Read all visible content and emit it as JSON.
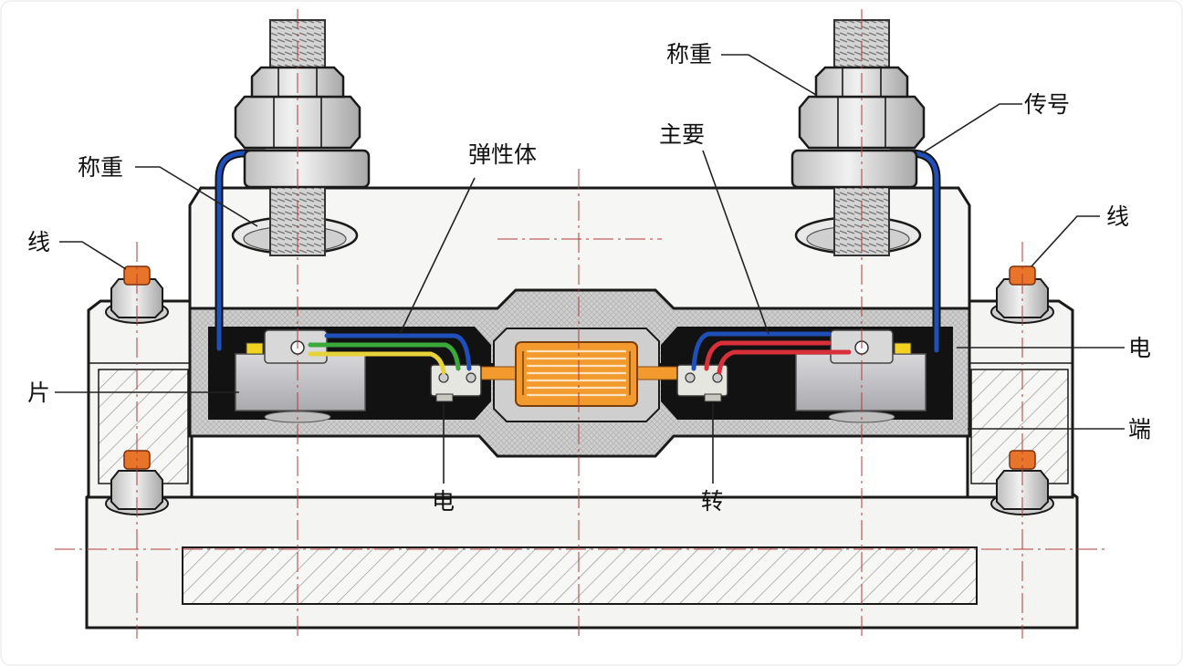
{
  "labels": {
    "top_left_weighing": "称重",
    "line_left": "线",
    "piece_left": "片",
    "elastic_body": "弹性体",
    "main": "主要",
    "top_right_weighing": "称重",
    "signal": "传号",
    "line_right": "线",
    "electric_right": "电",
    "terminal_right": "端",
    "electric_bottom": "电",
    "transfer_bottom": "转"
  },
  "colors": {
    "background": "#ffffff",
    "frame": "#f4f4f2",
    "cavity": "#121212",
    "hatch_stone": "#d6d6d6",
    "strain_gauge": "#f29a2e",
    "nut_cap": "#e8742a",
    "wire_blue": "#1f4fb8",
    "wire_green": "#3aa83a",
    "wire_yellow": "#e8d23a",
    "wire_red": "#d8303a"
  },
  "icons": [
    "hex-nut-icon",
    "bolt-icon",
    "strain-gauge-icon",
    "terminal-block-icon"
  ]
}
